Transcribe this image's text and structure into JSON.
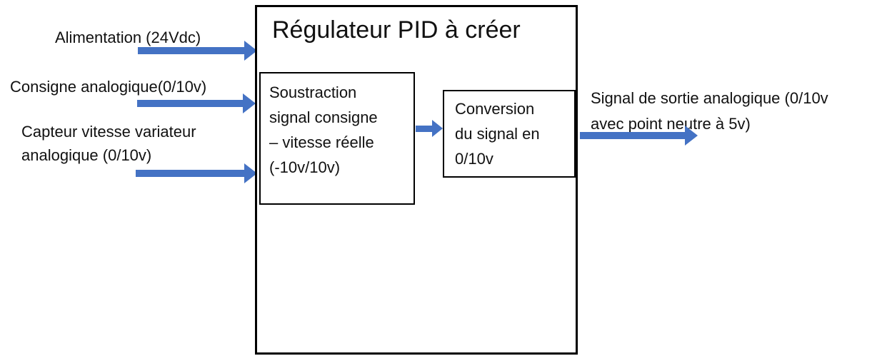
{
  "diagram": {
    "title": "Régulateur PID à créer",
    "inputs": [
      {
        "id": "alimentation",
        "lines": [
          "Alimentation (24Vdc)"
        ]
      },
      {
        "id": "consigne",
        "lines": [
          "Consigne analogique(0/10v)"
        ]
      },
      {
        "id": "capteur",
        "lines": [
          "Capteur vitesse variateur",
          "analogique (0/10v)"
        ]
      }
    ],
    "blocks": {
      "soustraction": {
        "lines": [
          "Soustraction",
          "signal consigne",
          "– vitesse réelle",
          "(-10v/10v)"
        ]
      },
      "conversion": {
        "lines": [
          "Conversion",
          "du signal en",
          "0/10v"
        ]
      }
    },
    "output": {
      "lines": [
        "Signal de sortie analogique (0/10v",
        "avec point neutre à 5v)"
      ]
    },
    "colors": {
      "arrow": "#4472C4",
      "border": "#000000",
      "text": "#111111",
      "background": "#ffffff"
    }
  }
}
